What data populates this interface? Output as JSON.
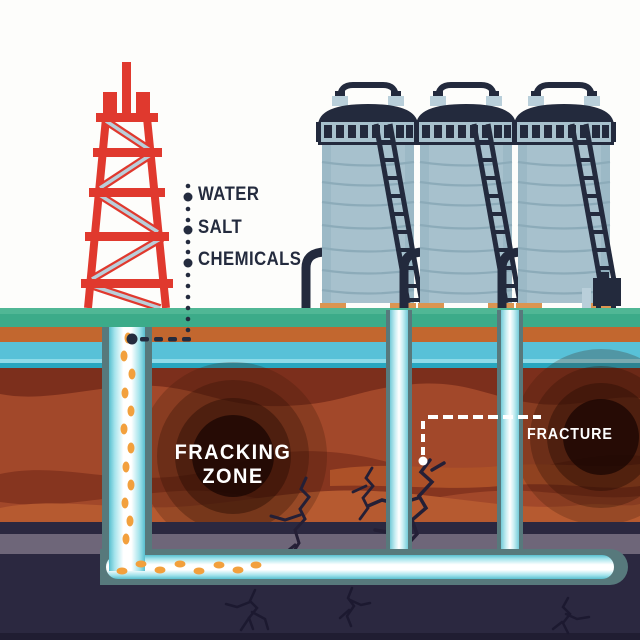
{
  "labels": {
    "water": "WATER",
    "salt": "SALT",
    "chemicals": "CHEMICALS",
    "fracking_zone_line1": "FRACKING",
    "fracking_zone_line2": "ZONE",
    "fracture": "FRACTURE"
  },
  "colors": {
    "derrick_red": "#e0392e",
    "brace_blue": "#b9cfda",
    "ink_navy": "#242b3e",
    "tank_body": "#a7c1cd",
    "grass_green": "#3cab89",
    "soil_orange": "#c2672f",
    "water_blue": "#58c1d8",
    "water_teal": "#28a7bf",
    "rock_rust": "#a2482a",
    "rock_dark": "#7c2f1c",
    "rock_light": "#b65a30",
    "deep_layer": "#2b2840",
    "deep_band": "#6e6679",
    "pipe_casing": "#57797c",
    "pipe_fluid": "#5fc4d4",
    "proppant_orange": "#f2a03d",
    "label_white": "#ffffff"
  }
}
